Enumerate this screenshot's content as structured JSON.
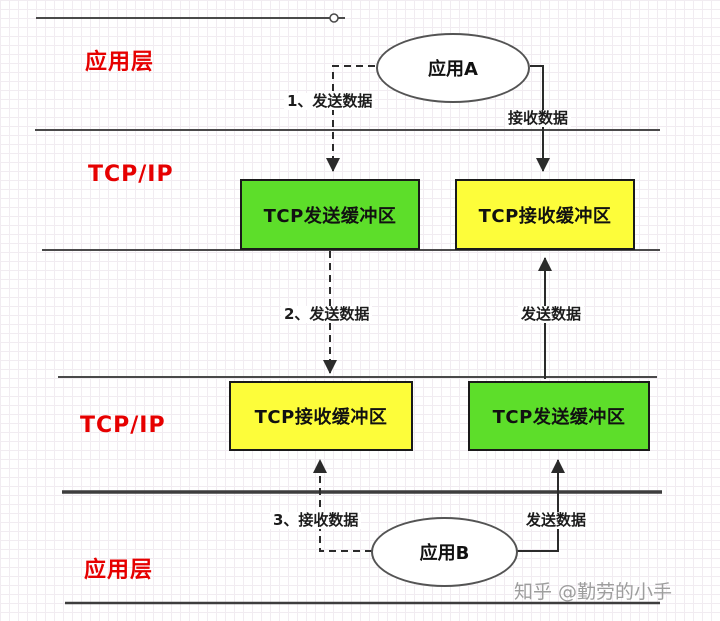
{
  "diagram": {
    "layers": {
      "top_app": "应用层",
      "top_tcpip": "TCP/IP",
      "bottom_tcpip": "TCP/IP",
      "bottom_app": "应用层"
    },
    "nodes": {
      "app_a": "应用A",
      "app_b": "应用B",
      "tcp_send_top": "TCP发送缓冲区",
      "tcp_recv_top": "TCP接收缓冲区",
      "tcp_recv_bottom": "TCP接收缓冲区",
      "tcp_send_bottom": "TCP发送缓冲区"
    },
    "arrow_labels": {
      "step1_send": "1、发送数据",
      "receive_top": "接收数据",
      "step2_send": "2、发送数据",
      "send_up": "发送数据",
      "step3_receive": "3、接收数据",
      "send_bottom": "发送数据"
    },
    "watermark": "知乎 @勤劳的小手",
    "colors": {
      "buffer_green": "#5dde2a",
      "buffer_yellow": "#fdfd3a",
      "layer_label_red": "#e60000",
      "line": "#3f3f3f",
      "watermark_gray": "#9e9e9e"
    }
  }
}
